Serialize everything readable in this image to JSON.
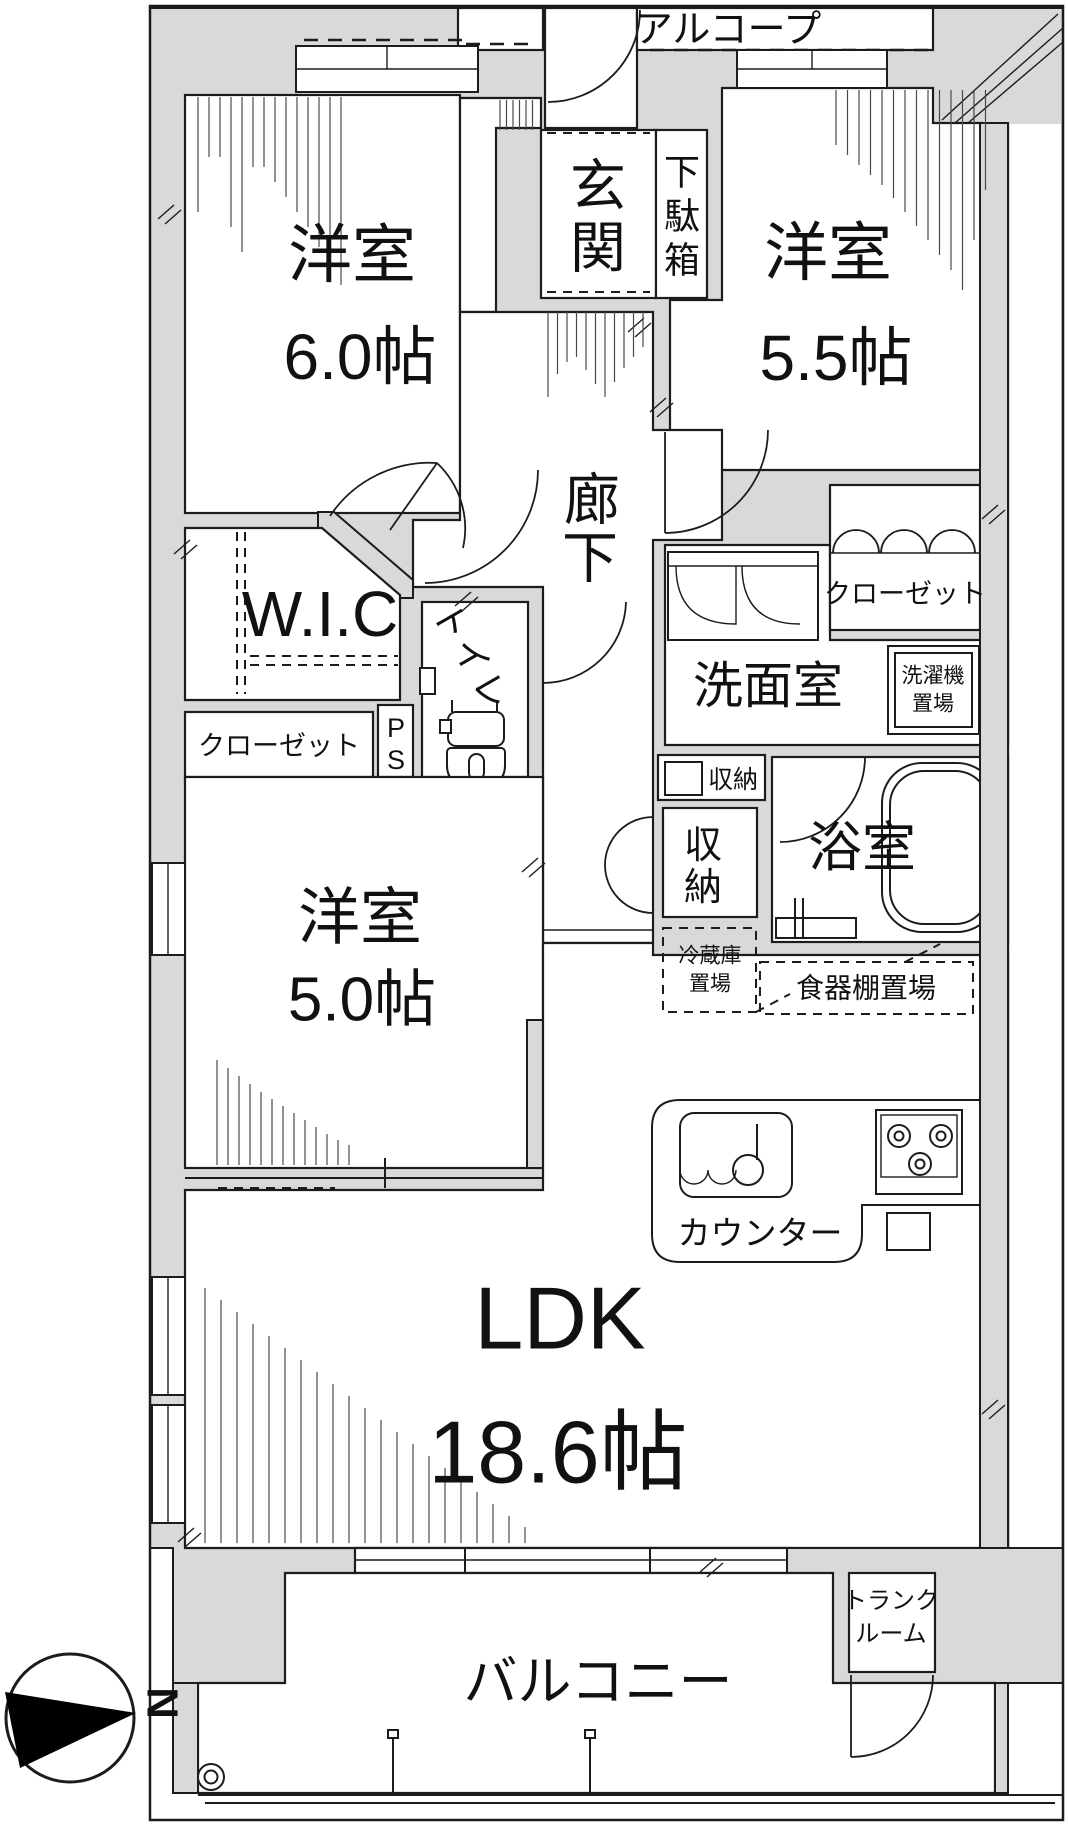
{
  "floor_plan": {
    "compass": {
      "north_label": "N"
    },
    "labels": {
      "alcove": "アルコープ",
      "entrance": [
        "玄",
        "関"
      ],
      "shoe_cabinet": [
        "下",
        "駄",
        "箱"
      ],
      "corridor": [
        "廊",
        "下"
      ],
      "bedroom_6": {
        "name": "洋室",
        "size": "6.0帖"
      },
      "bedroom_55": {
        "name": "洋室",
        "size": "5.5帖"
      },
      "bedroom_5": {
        "name": "洋室",
        "size": "5.0帖"
      },
      "wic": "W.I.C",
      "closet_left": "クローゼット",
      "closet_right": "クローゼット",
      "pipe_space": [
        "P",
        "S"
      ],
      "toilet": "トイレ",
      "washroom": "洗面室",
      "washer_area": [
        "洗濯機",
        "置場"
      ],
      "storage_small": "収納",
      "storage_tall": [
        "収",
        "納"
      ],
      "bathroom": "浴室",
      "refrigerator_area": [
        "冷蔵庫",
        "置場"
      ],
      "cupboard_area": "食器棚置場",
      "counter": "カウンター",
      "ldk": {
        "name": "LDK",
        "size": "18.6帖"
      },
      "balcony": "バルコニー",
      "trunk_room": [
        "トランク",
        "ルーム"
      ]
    },
    "colors": {
      "wall_fill": "#d9d9d9",
      "line": "#1c1c1c",
      "background": "#ffffff"
    }
  }
}
